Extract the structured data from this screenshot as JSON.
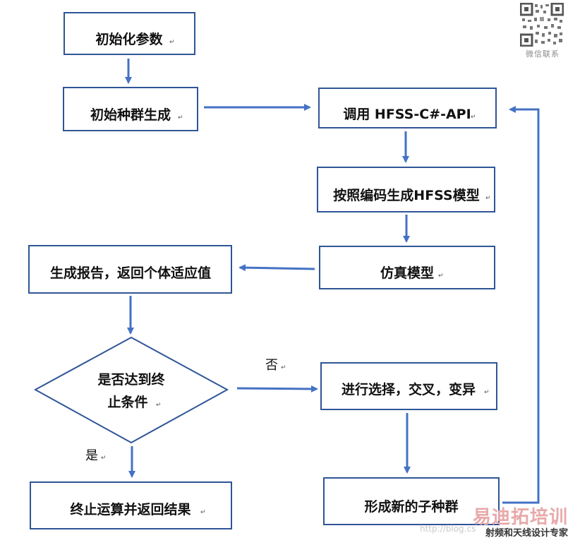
{
  "nodes": {
    "init_params": "初始化参数",
    "init_population": "初始种群生成",
    "call_api": "调用 HFSS-C#-API",
    "build_model": "按照编码生成HFSS模型",
    "simulate": "仿真模型",
    "report": "生成报告，返回个体适应值",
    "decision_line1": "是否达到终",
    "decision_line2": "止条件",
    "genetic_ops": "进行选择，交叉，变异",
    "new_population": "形成新的子种群",
    "end": "终止运算并返回结果"
  },
  "edge_labels": {
    "no": "否",
    "yes": "是"
  },
  "paragraph_mark": "↵",
  "watermark": {
    "qr_caption": "微信联系",
    "brand_main": "易迪拓培训",
    "brand_sub": "射频和天线设计专家",
    "blog_text": "http://blog.cs"
  },
  "colors": {
    "box_border": "#2f5597",
    "arrow": "#4472c4",
    "text": "#111111"
  }
}
